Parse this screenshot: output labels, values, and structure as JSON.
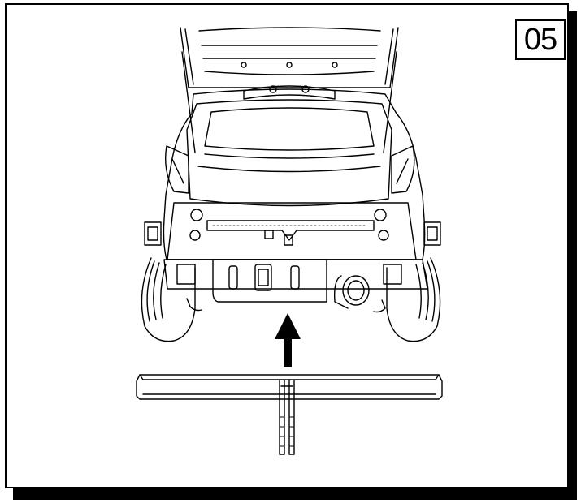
{
  "step": {
    "number": "05"
  },
  "illustration": {
    "subject": "car-rear-view",
    "part": "tow-bar-crossbeam",
    "direction": "up"
  },
  "colors": {
    "line": "#000000",
    "background": "#ffffff"
  }
}
